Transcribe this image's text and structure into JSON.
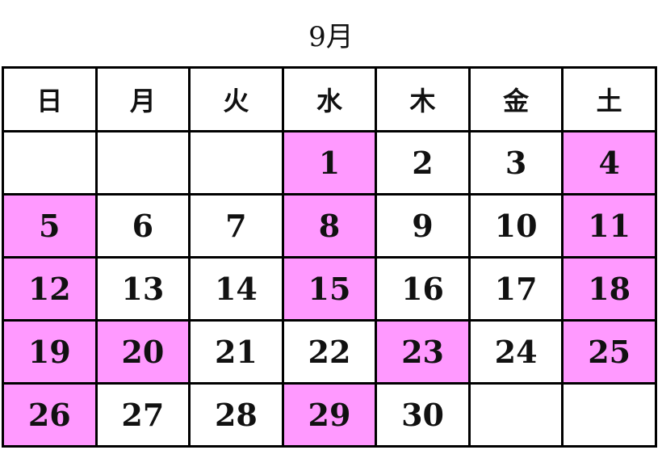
{
  "calendar": {
    "title": "9月",
    "colors": {
      "holiday_bg": "#ff99ff",
      "sunday_holiday_text": "#ff0000",
      "saturday_text": "#0000ff",
      "default_text": "#111111"
    },
    "weekdays": [
      {
        "label": "日",
        "color": "red"
      },
      {
        "label": "月",
        "color": "default"
      },
      {
        "label": "火",
        "color": "default"
      },
      {
        "label": "水",
        "color": "default"
      },
      {
        "label": "木",
        "color": "default"
      },
      {
        "label": "金",
        "color": "default"
      },
      {
        "label": "土",
        "color": "blue"
      }
    ],
    "weeks": [
      [
        {
          "day": "",
          "highlight": false,
          "color": "default"
        },
        {
          "day": "",
          "highlight": false,
          "color": "default"
        },
        {
          "day": "",
          "highlight": false,
          "color": "default"
        },
        {
          "day": "1",
          "highlight": true,
          "color": "default"
        },
        {
          "day": "2",
          "highlight": false,
          "color": "default"
        },
        {
          "day": "3",
          "highlight": false,
          "color": "default"
        },
        {
          "day": "4",
          "highlight": true,
          "color": "blue"
        }
      ],
      [
        {
          "day": "5",
          "highlight": true,
          "color": "red"
        },
        {
          "day": "6",
          "highlight": false,
          "color": "default"
        },
        {
          "day": "7",
          "highlight": false,
          "color": "default"
        },
        {
          "day": "8",
          "highlight": true,
          "color": "default"
        },
        {
          "day": "9",
          "highlight": false,
          "color": "default"
        },
        {
          "day": "10",
          "highlight": false,
          "color": "default"
        },
        {
          "day": "11",
          "highlight": true,
          "color": "blue"
        }
      ],
      [
        {
          "day": "12",
          "highlight": true,
          "color": "red"
        },
        {
          "day": "13",
          "highlight": false,
          "color": "default"
        },
        {
          "day": "14",
          "highlight": false,
          "color": "default"
        },
        {
          "day": "15",
          "highlight": true,
          "color": "default"
        },
        {
          "day": "16",
          "highlight": false,
          "color": "default"
        },
        {
          "day": "17",
          "highlight": false,
          "color": "default"
        },
        {
          "day": "18",
          "highlight": true,
          "color": "blue"
        }
      ],
      [
        {
          "day": "19",
          "highlight": true,
          "color": "red"
        },
        {
          "day": "20",
          "highlight": true,
          "color": "red"
        },
        {
          "day": "21",
          "highlight": false,
          "color": "default"
        },
        {
          "day": "22",
          "highlight": false,
          "color": "default"
        },
        {
          "day": "23",
          "highlight": true,
          "color": "red"
        },
        {
          "day": "24",
          "highlight": false,
          "color": "default"
        },
        {
          "day": "25",
          "highlight": true,
          "color": "blue"
        }
      ],
      [
        {
          "day": "26",
          "highlight": true,
          "color": "red"
        },
        {
          "day": "27",
          "highlight": false,
          "color": "default"
        },
        {
          "day": "28",
          "highlight": false,
          "color": "default"
        },
        {
          "day": "29",
          "highlight": true,
          "color": "default"
        },
        {
          "day": "30",
          "highlight": false,
          "color": "default"
        },
        {
          "day": "",
          "highlight": false,
          "color": "default"
        },
        {
          "day": "",
          "highlight": false,
          "color": "default"
        }
      ]
    ]
  }
}
